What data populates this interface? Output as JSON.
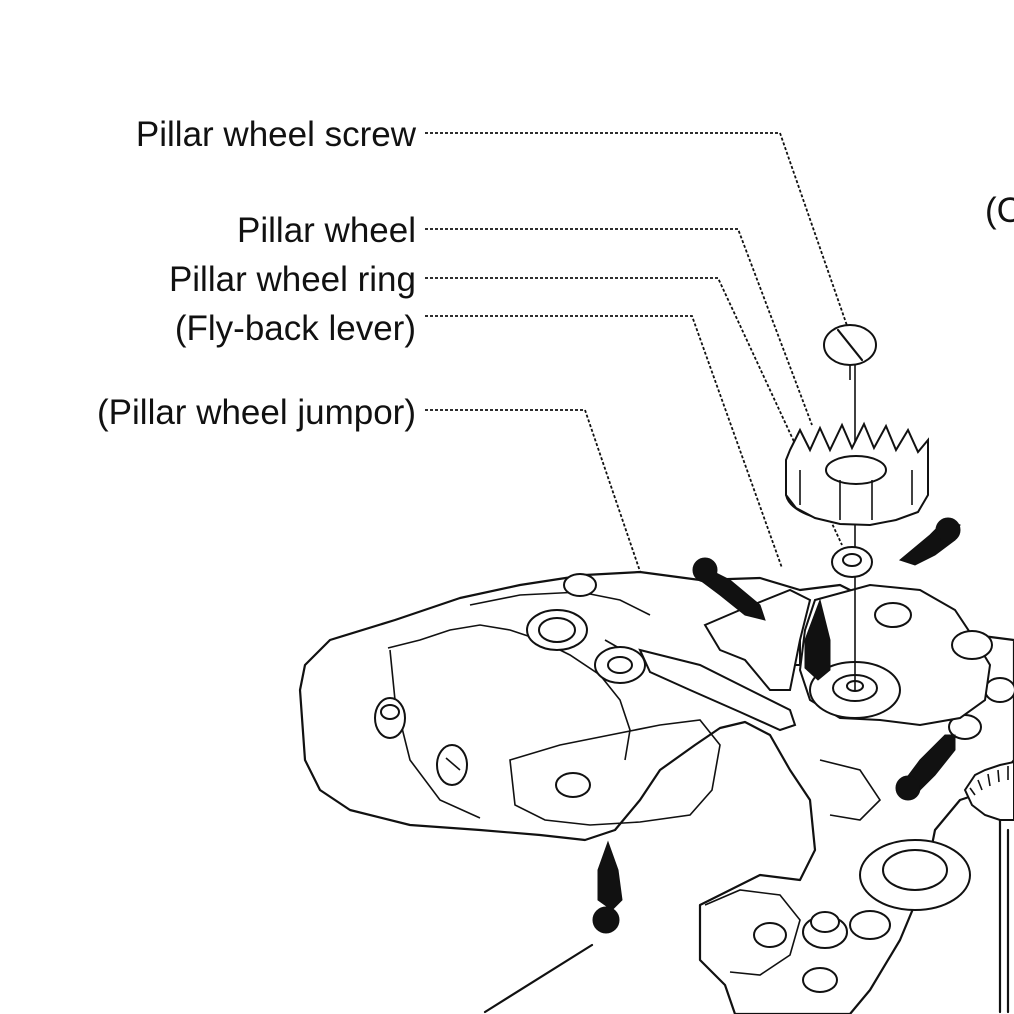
{
  "labels": {
    "pillar_wheel_screw": "Pillar wheel screw",
    "pillar_wheel": "Pillar wheel",
    "pillar_wheel_ring": "Pillar wheel ring",
    "fly_back_lever": "(Fly-back lever)",
    "pillar_wheel_jumper": "(Pillar wheel jumpor)",
    "cut_off_label": "(C"
  },
  "colors": {
    "ink": "#111111",
    "paper": "#ffffff"
  }
}
